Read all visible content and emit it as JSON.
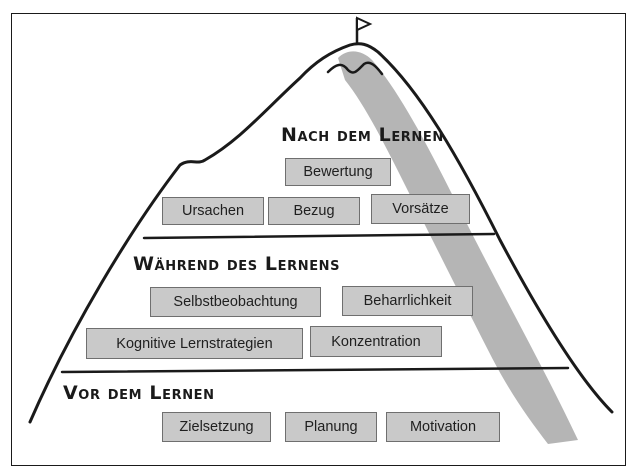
{
  "sections": {
    "top": {
      "title": "Nach dem Lernen",
      "items": [
        "Bewertung",
        "Ursachen",
        "Bezug",
        "Vorsätze"
      ]
    },
    "middle": {
      "title": "Während des Lernens",
      "items": [
        "Selbstbeobachtung",
        "Beharrlichkeit",
        "Kognitive Lernstrategien",
        "Konzentration"
      ]
    },
    "bottom": {
      "title": "Vor dem Lernen",
      "items": [
        "Zielsetzung",
        "Planung",
        "Motivation"
      ]
    }
  },
  "colors": {
    "outline": "#1a1a1a",
    "shadow": "#b5b5b5",
    "box_fill": "#c9c9c9",
    "box_border": "#6f6f6f"
  },
  "icons": {
    "summit": "flag-icon"
  }
}
